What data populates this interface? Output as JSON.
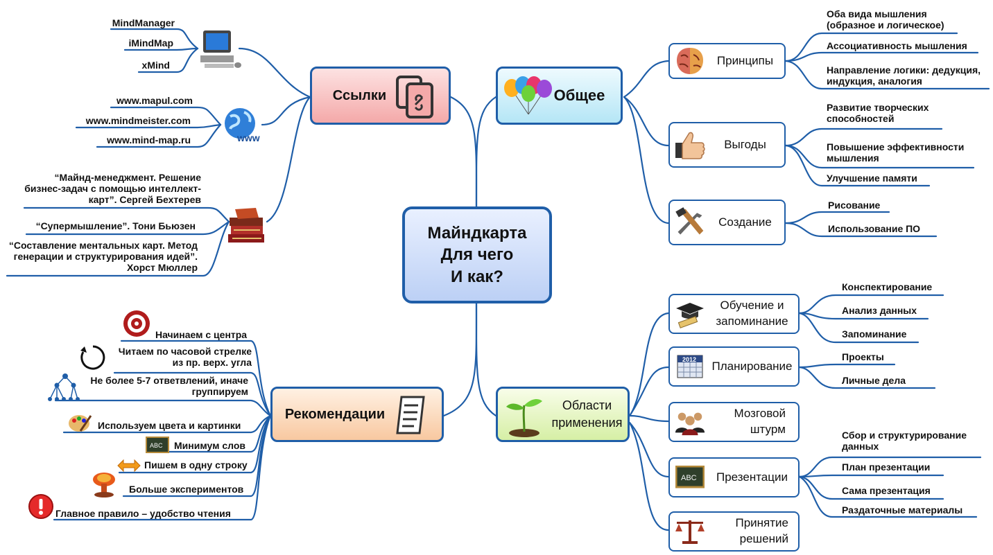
{
  "center": {
    "lines": [
      "Майндкарта",
      "Для чего",
      "И как?"
    ]
  },
  "topics": {
    "links": {
      "label": "Ссылки",
      "icon": "documents-link-icon"
    },
    "general": {
      "label": "Общее",
      "icon": "balloons-icon"
    },
    "recommendations": {
      "label": "Рекомендации",
      "icon": "checklist-icon"
    },
    "applications": {
      "label": "Области применения",
      "icon": "sprout-icon"
    }
  },
  "links": {
    "software": [
      "MindManager",
      "iMindMap",
      "xMind"
    ],
    "websites": [
      "www.mapul.com",
      "www.mindmeister.com",
      "www.mind-map.ru"
    ],
    "books": [
      "“Майнд-менеджмент. Решение бизнес-задач с помощью интеллект-карт”. Сергей Бехтерев",
      "“Супермышление”. Тони Бьюзен",
      "“Составление ментальных карт. Метод генерации и структурирования идей”. Хорст Мюллер"
    ]
  },
  "general": {
    "principles": {
      "label": "Принципы",
      "items": [
        "Оба вида мышления (образное и логическое)",
        "Ассоциативность мышления",
        "Направление логики: дедукция, индукция, аналогия"
      ]
    },
    "benefits": {
      "label": "Выгоды",
      "items": [
        "Развитие творческих способностей",
        "Повышение эффективности мышления",
        "Улучшение памяти"
      ]
    },
    "creation": {
      "label": "Создание",
      "items": [
        "Рисование",
        "Использование ПО"
      ]
    }
  },
  "recommendations": {
    "items": [
      "Начинаем с центра",
      "Читаем по часовой стрелке из пр. верх. угла",
      "Не более 5-7 ответвлений, иначе группируем",
      "Используем цвета и картинки",
      "Минимум слов",
      "Пишем в одну строку",
      "Больше экспериментов",
      "Главное правило – удобство чтения"
    ]
  },
  "applications": {
    "learning": {
      "label": "Обучение и запоминание",
      "items": [
        "Конспектирование",
        "Анализ данных",
        "Запоминание"
      ]
    },
    "planning": {
      "label": "Планирование",
      "year": "2012",
      "items": [
        "Проекты",
        "Личные дела"
      ]
    },
    "brainstorm": {
      "label": "Мозговой штурм"
    },
    "presentations": {
      "label": "Презентации",
      "board_text": "ABC",
      "items": [
        "Сбор и структурирование данных",
        "План презентации",
        "Сама презентация",
        "Раздаточные материалы"
      ]
    },
    "decisions": {
      "label": "Принятие решений"
    }
  },
  "colors": {
    "line": "#1f5ea8",
    "border": "#1f5ea8"
  }
}
